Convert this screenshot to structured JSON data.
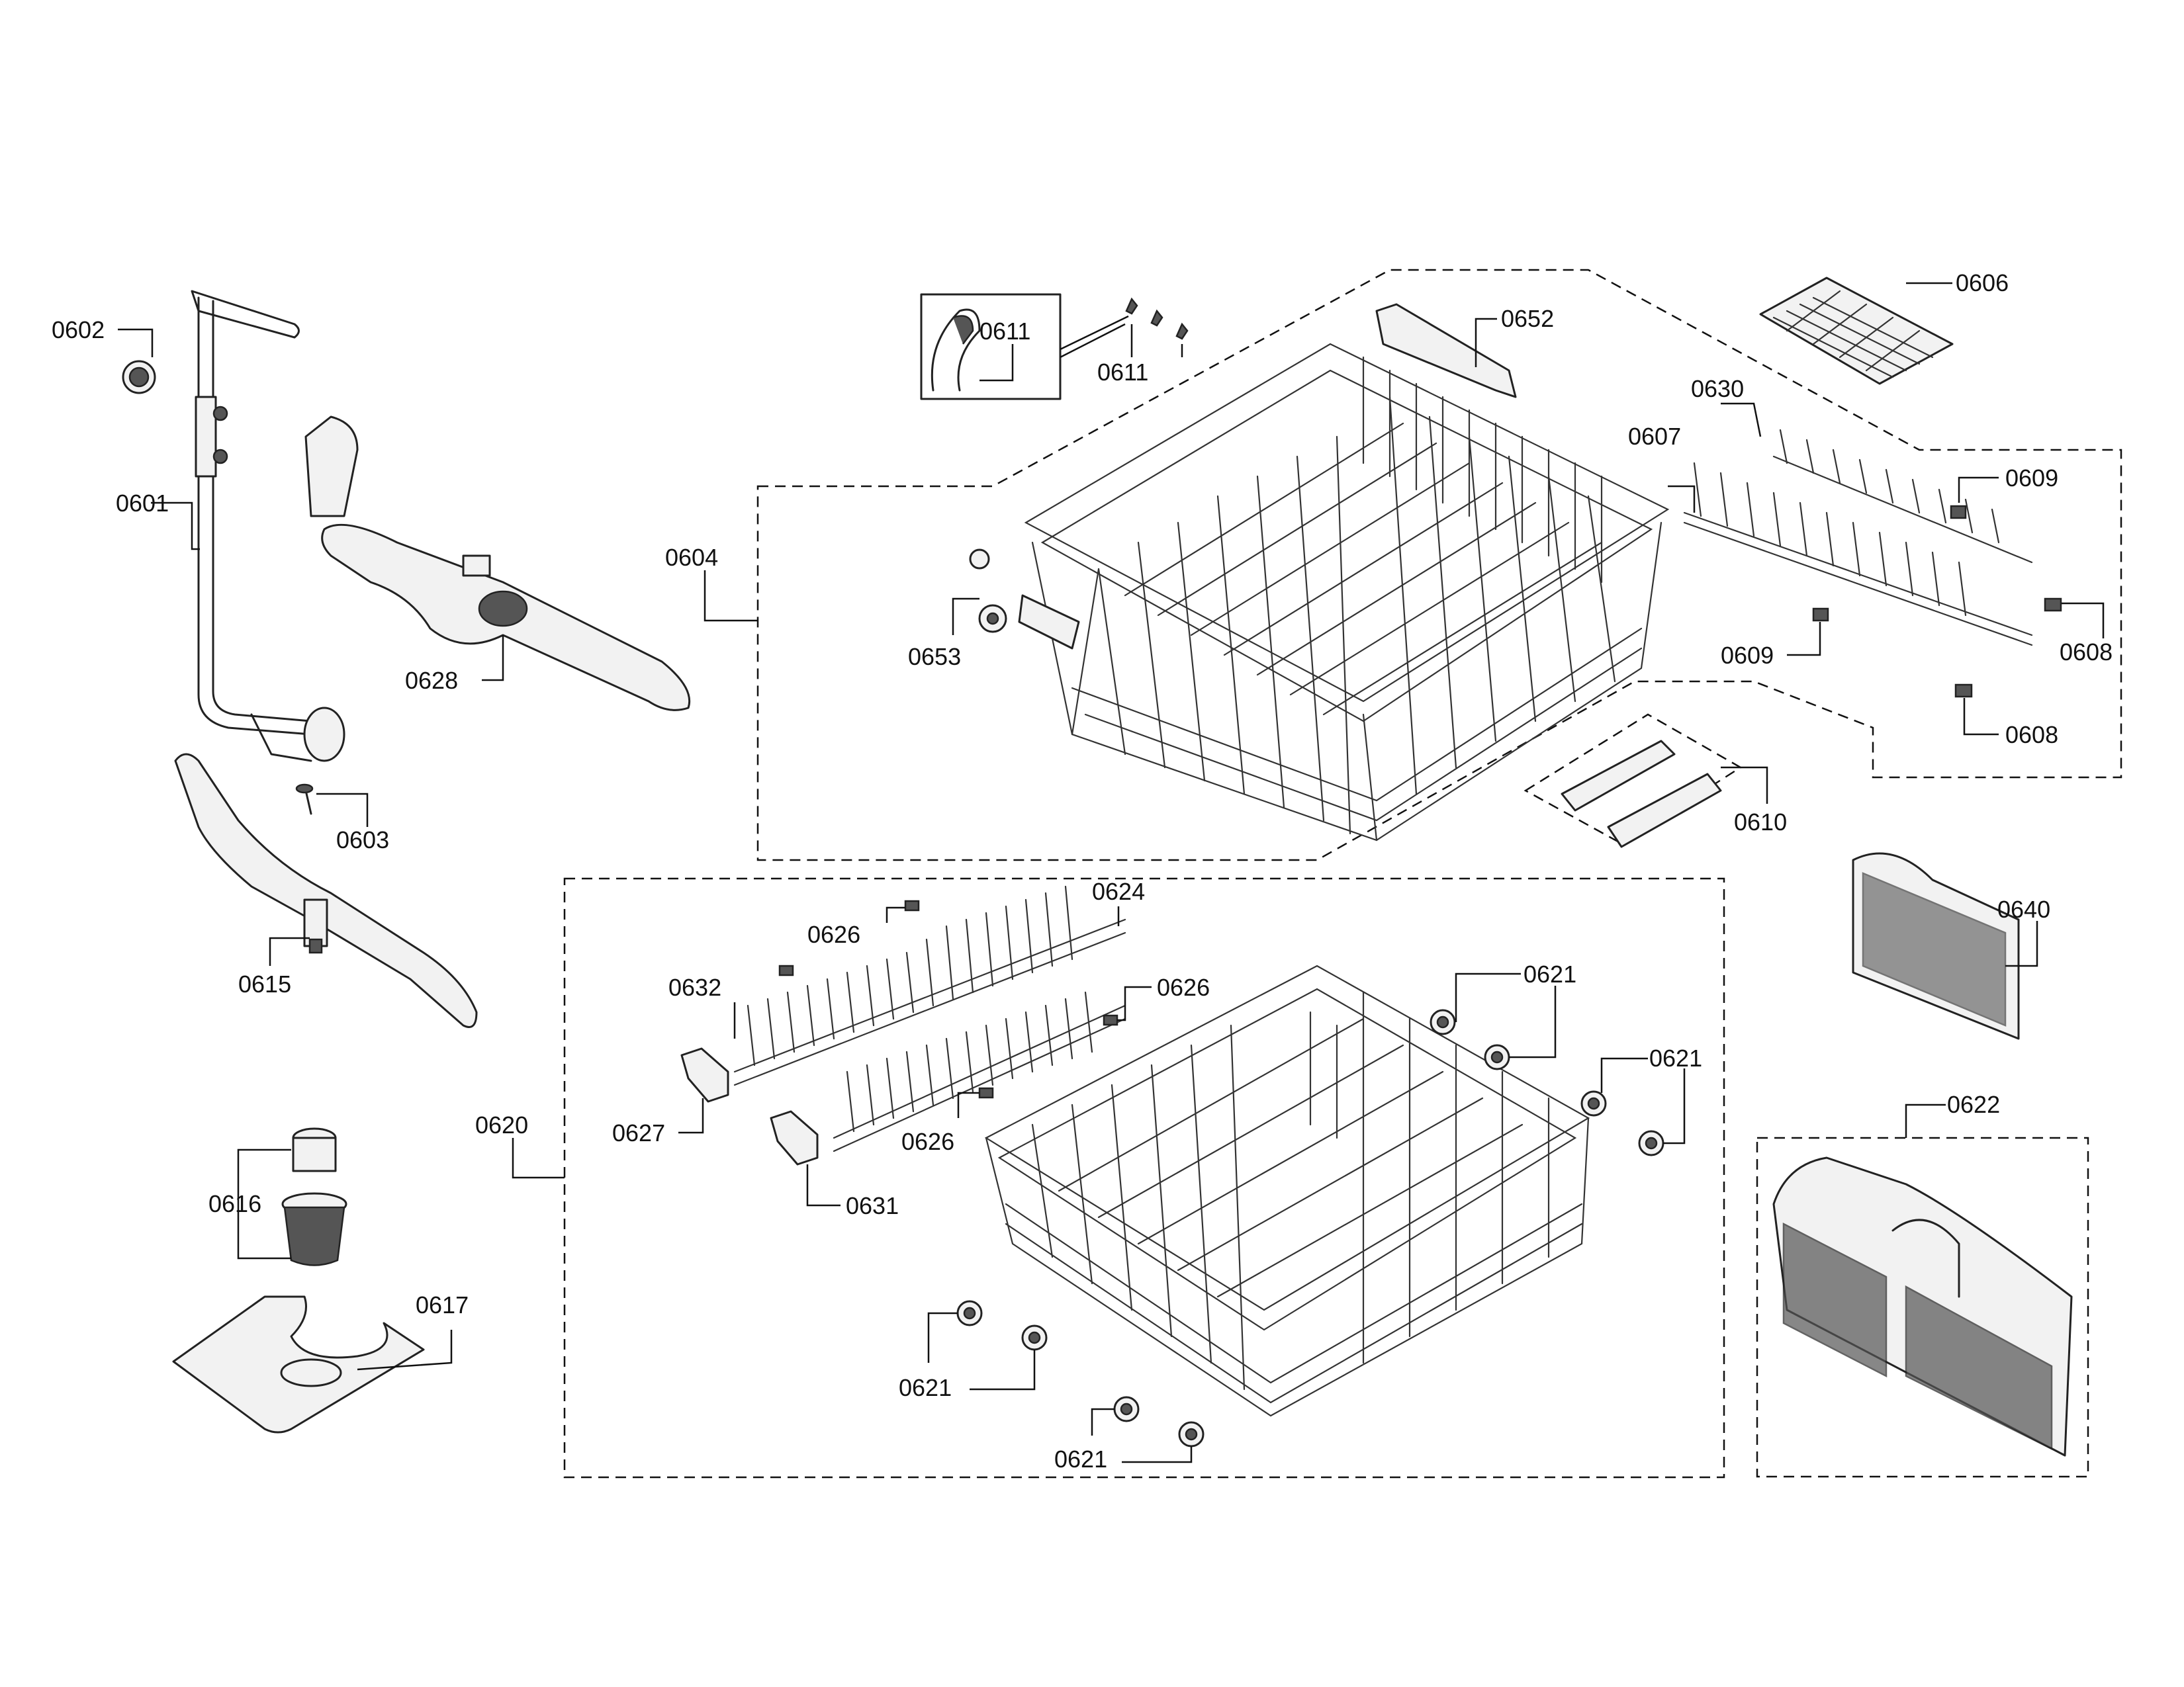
{
  "labels": {
    "l0601": "0601",
    "l0602": "0602",
    "l0603": "0603",
    "l0604": "0604",
    "l0606": "0606",
    "l0607": "0607",
    "l0608a": "0608",
    "l0608b": "0608",
    "l0609a": "0609",
    "l0609b": "0609",
    "l0610": "0610",
    "l0611a": "0611",
    "l0611b": "0611",
    "l0615": "0615",
    "l0616": "0616",
    "l0617": "0617",
    "l0620": "0620",
    "l0621a": "0621",
    "l0621b": "0621",
    "l0621c": "0621",
    "l0621d": "0621",
    "l0622": "0622",
    "l0624": "0624",
    "l0626a": "0626",
    "l0626b": "0626",
    "l0626c": "0626",
    "l0627": "0627",
    "l0628": "0628",
    "l0630": "0630",
    "l0631": "0631",
    "l0632": "0632",
    "l0640": "0640",
    "l0652": "0652",
    "l0653": "0653"
  }
}
